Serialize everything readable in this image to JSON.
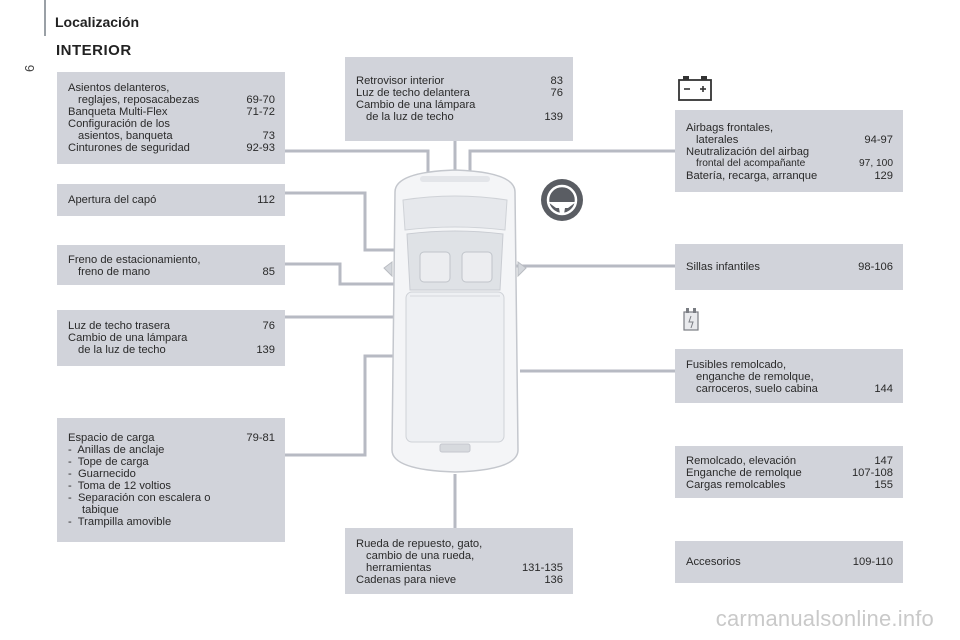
{
  "page_number": "6",
  "header": {
    "title": "Localización"
  },
  "section": {
    "title": "INTERIOR"
  },
  "boxes": {
    "seats": [
      {
        "t": "Asientos delanteros,",
        "p": ""
      },
      {
        "t": "reglajes, reposacabezas",
        "p": "69-70"
      },
      {
        "t": "Banqueta Multi-Flex",
        "p": "71-72"
      },
      {
        "t": "Configuración de los",
        "p": ""
      },
      {
        "t": "asientos, banqueta",
        "p": "73"
      },
      {
        "t": "Cinturones de seguridad",
        "p": "92-93"
      }
    ],
    "bonnet": [
      {
        "t": "Apertura del capó",
        "p": "112"
      }
    ],
    "parking_brake": [
      {
        "t": "Freno de estacionamiento,",
        "p": ""
      },
      {
        "t": "freno de mano",
        "p": "85"
      }
    ],
    "rear_light": [
      {
        "t": "Luz de techo trasera",
        "p": "76"
      },
      {
        "t": "Cambio de una lámpara",
        "p": ""
      },
      {
        "t": "de la luz de techo",
        "p": "139"
      }
    ],
    "cargo": {
      "head": {
        "t": "Espacio de carga",
        "p": "79-81"
      },
      "items": [
        "Anillas de anclaje",
        "Tope de carga",
        "Guarnecido",
        "Toma de 12 voltios",
        "Separación con escalera o",
        "tabique",
        "Trampilla amovible"
      ]
    },
    "mirror": [
      {
        "t": "Retrovisor interior",
        "p": "83"
      },
      {
        "t": "Luz de techo delantera",
        "p": "76"
      },
      {
        "t": "Cambio de una lámpara",
        "p": ""
      },
      {
        "t": "de la luz de techo",
        "p": "139"
      }
    ],
    "spare": [
      {
        "t": "Rueda de repuesto, gato,",
        "p": ""
      },
      {
        "t": "cambio de una rueda,",
        "p": ""
      },
      {
        "t": "herramientas",
        "p": "131-135"
      },
      {
        "t": "Cadenas para nieve",
        "p": "136"
      }
    ],
    "airbags": [
      {
        "t": "Airbags frontales,",
        "p": ""
      },
      {
        "t": "laterales",
        "p": "94-97"
      },
      {
        "t": "Neutralización del airbag",
        "p": ""
      },
      {
        "t": "frontal del acompañante",
        "p": "97, 100"
      },
      {
        "t": "Batería, recarga, arranque",
        "p": "129"
      }
    ],
    "child_seats": [
      {
        "t": "Sillas infantiles",
        "p": "98-106"
      }
    ],
    "fuses": [
      {
        "t": "Fusibles remolcado,",
        "p": ""
      },
      {
        "t": "enganche de remolque,",
        "p": ""
      },
      {
        "t": "carroceros, suelo cabina",
        "p": "144"
      }
    ],
    "towing": [
      {
        "t": "Remolcado, elevación",
        "p": "147"
      },
      {
        "t": "Enganche de remolque",
        "p": "107-108"
      },
      {
        "t": "Cargas remolcables",
        "p": "155"
      }
    ],
    "accessories": [
      {
        "t": "Accesorios",
        "p": "109-110"
      }
    ]
  },
  "icons": {
    "battery": "battery-icon",
    "steering": "steering-wheel-icon",
    "fuse": "fuse-icon"
  },
  "colors": {
    "box_bg": "#d1d3da",
    "connector": "#b7bac3"
  },
  "footer": {
    "watermark": "carmanualsonline.info"
  }
}
